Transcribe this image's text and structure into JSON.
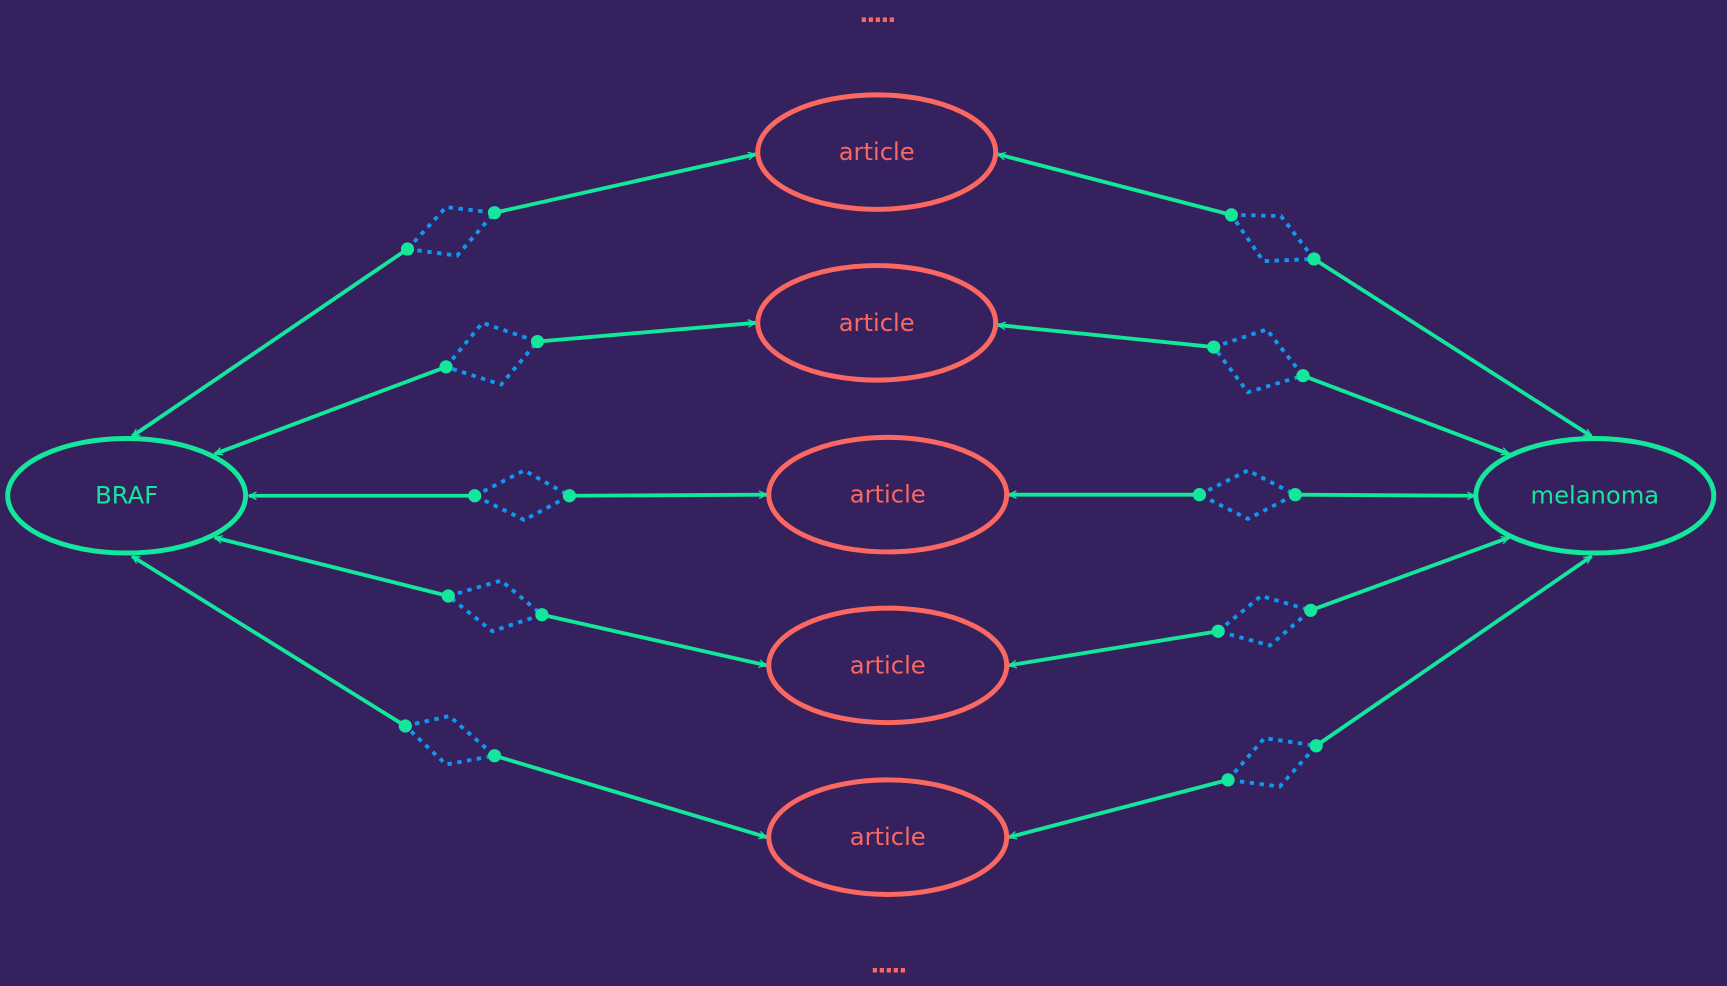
{
  "graph": {
    "source_node": {
      "label": "BRAF",
      "color": "#14e69b"
    },
    "target_node": {
      "label": "melanoma",
      "color": "#14e69b"
    },
    "article_nodes": [
      {
        "label": "article"
      },
      {
        "label": "article"
      },
      {
        "label": "article"
      },
      {
        "label": "article"
      },
      {
        "label": "article"
      }
    ],
    "more_top": ".....",
    "more_bottom": ".....",
    "colors": {
      "background": "#35215e",
      "article": "#fb6862",
      "edge": "#14e69b",
      "relation": "#1098f0"
    }
  }
}
